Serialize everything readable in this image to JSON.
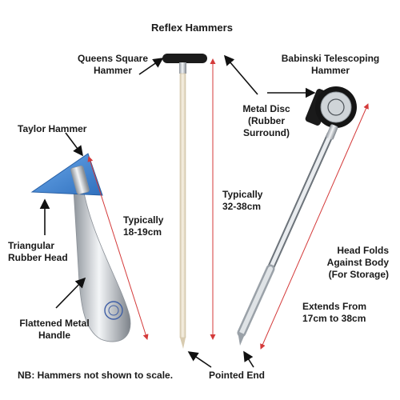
{
  "title": "Reflex Hammers",
  "hammers": {
    "queens_square": {
      "name": "Queens Square\nHammer",
      "length": "Typically\n32-38cm"
    },
    "taylor": {
      "name": "Taylor Hammer",
      "length": "Typically\n18-19cm",
      "head_label": "Triangular\nRubber Head",
      "handle_label": "Flattened Metal\nHandle"
    },
    "babinski": {
      "name": "Babinski Telescoping\nHammer",
      "disc_label": "Metal Disc\n(Rubber\nSurround)",
      "fold_label": "Head Folds\nAgainst Body\n(For Storage)",
      "extends_label": "Extends From\n17cm to 38cm"
    }
  },
  "pointed_end_label": "Pointed End",
  "note": "NB: Hammers not shown to scale.",
  "colors": {
    "taylor_head": "#3f86d6",
    "arrow_black": "#111111",
    "arrow_red": "#d43a3a",
    "shaft_wood": "#efe6d3",
    "metal": "#c9ced4"
  }
}
